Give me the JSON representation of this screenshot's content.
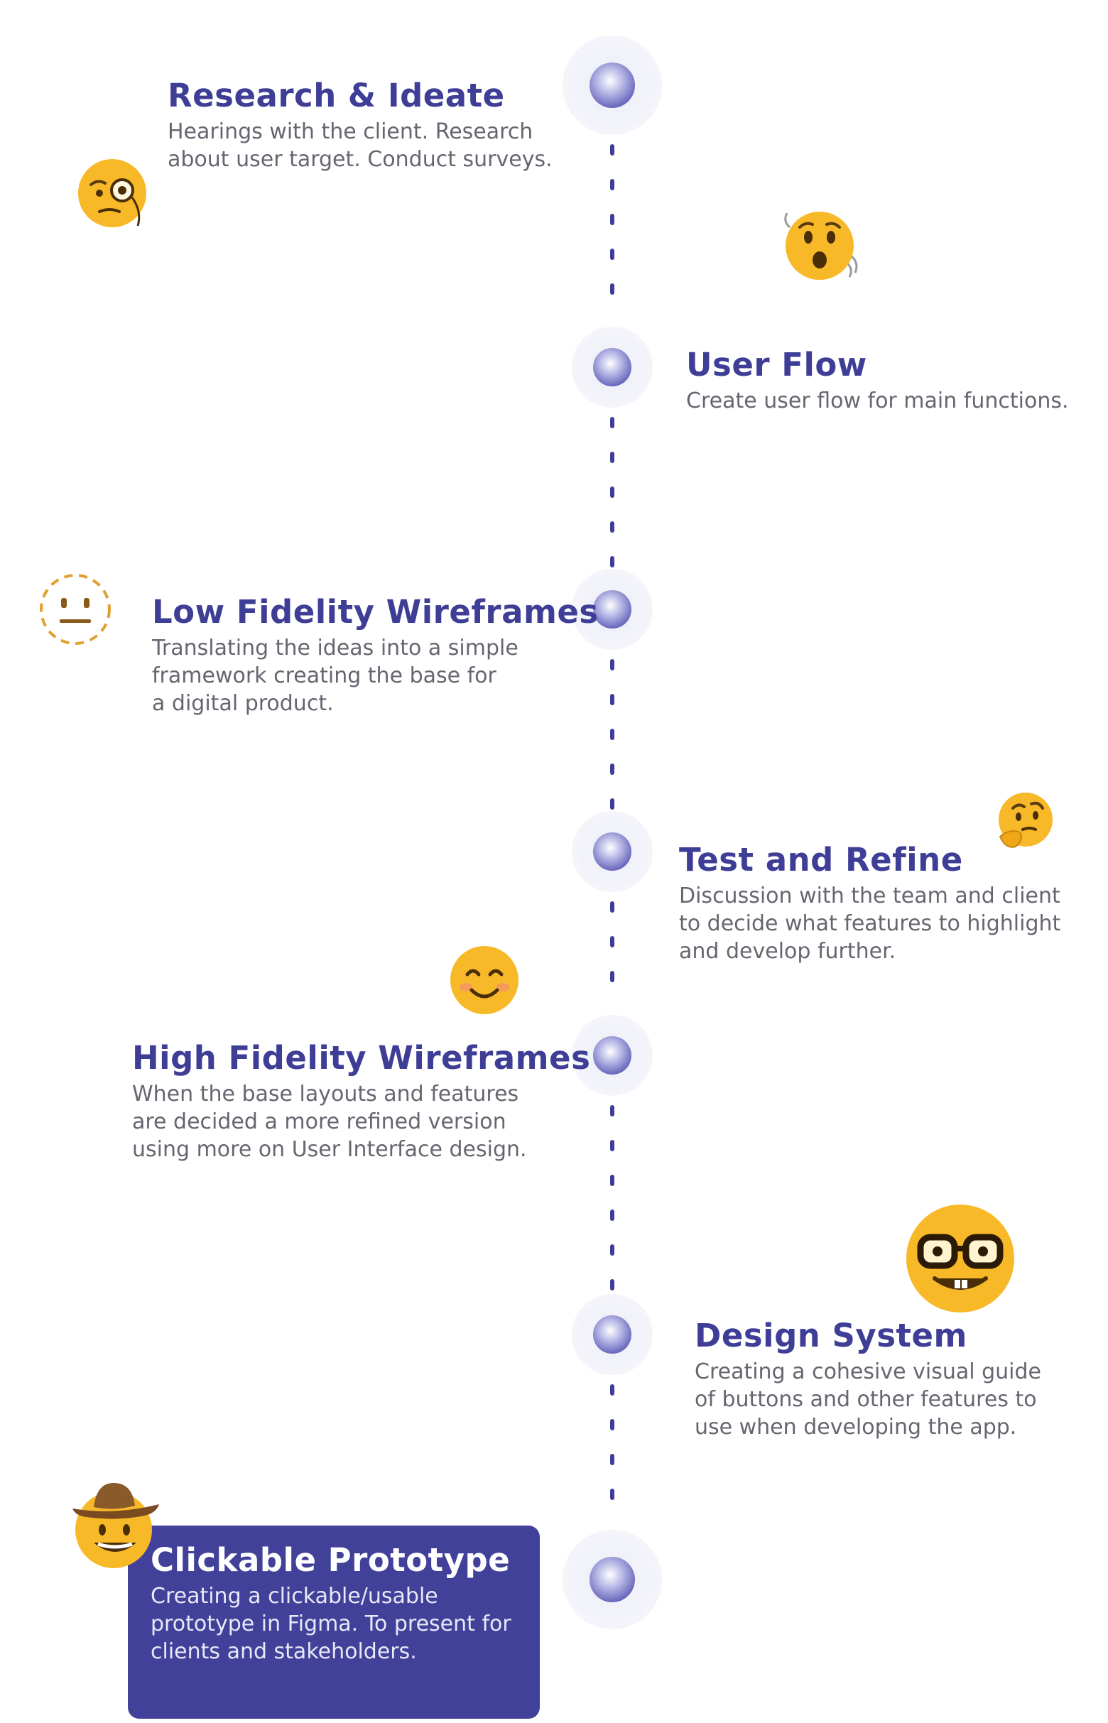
{
  "steps": [
    {
      "title": "Research & Ideate",
      "description": "Hearings with the client. Research\nabout user target. Conduct surveys."
    },
    {
      "title": "User Flow",
      "description": "Create user flow for main functions."
    },
    {
      "title": "Low Fidelity Wireframes",
      "description": "Translating the ideas into a simple\nframework creating the base for\na digital product."
    },
    {
      "title": "Test and Refine",
      "description": "Discussion with the team and client\nto decide what features to highlight\nand develop further."
    },
    {
      "title": "High Fidelity Wireframes",
      "description": "When the base layouts and features\nare decided a more refined version\nusing more on User Interface design."
    },
    {
      "title": "Design System",
      "description": "Creating a cohesive visual guide\nof buttons and other features to\nuse when developing the app."
    },
    {
      "title": "Clickable Prototype",
      "description": "Creating a clickable/usable\nprototype in Figma. To present for\nclients and stakeholders."
    }
  ],
  "emojis": [
    "monocle-face-icon",
    "astonished-face-icon",
    "dotted-neutral-face-icon",
    "thinking-face-icon",
    "smiling-face-icon",
    "nerd-face-icon",
    "cowboy-face-icon"
  ],
  "colors": {
    "accent": "#3f3e97",
    "card": "#42419a",
    "text": "#666670",
    "emoji": "#f7b928"
  }
}
